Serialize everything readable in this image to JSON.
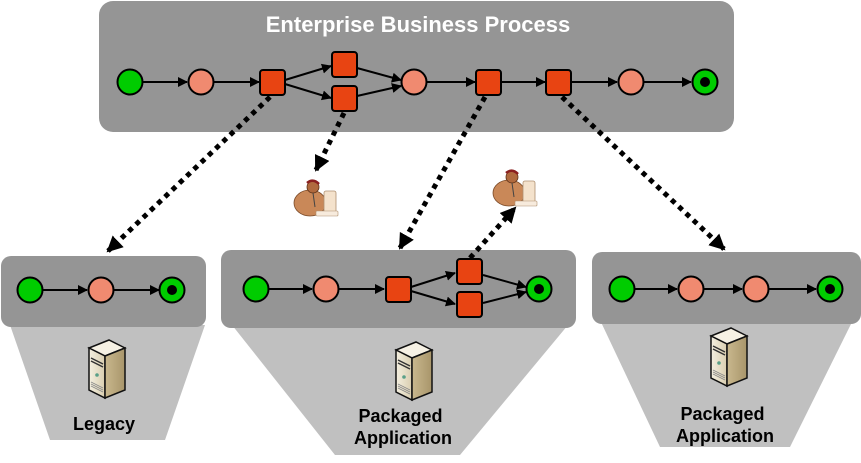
{
  "title": "Enterprise Business Process",
  "colors": {
    "panel": "#959595",
    "funnel": "#c0c0c0",
    "start": "#00cc00",
    "activity": "#f08a70",
    "gateway": "#e84412",
    "end_ring": "#00cc00",
    "end_core": "#000000"
  },
  "systems": [
    {
      "name": "legacy",
      "label_lines": [
        "Legacy"
      ],
      "icon": "server-icon"
    },
    {
      "name": "packaged-application-1",
      "label_lines": [
        "Packaged",
        "Application"
      ],
      "icon": "server-icon"
    },
    {
      "name": "packaged-application-2",
      "label_lines": [
        "Packaged",
        "Application"
      ],
      "icon": "server-icon"
    }
  ],
  "users": [
    {
      "name": "human-task-user-1",
      "icon": "user-at-computer-icon"
    },
    {
      "name": "human-task-user-2",
      "icon": "user-at-computer-icon"
    }
  ],
  "processes": {
    "enterprise": {
      "nodes": [
        "start",
        "activity",
        "gateway",
        "gateway",
        "gateway",
        "activity",
        "gateway",
        "gateway",
        "activity",
        "end"
      ]
    },
    "legacy": {
      "nodes": [
        "start",
        "activity",
        "end"
      ]
    },
    "packaged1": {
      "nodes": [
        "start",
        "activity",
        "gateway",
        "gateway",
        "gateway",
        "end"
      ]
    },
    "packaged2": {
      "nodes": [
        "start",
        "activity",
        "activity",
        "end"
      ]
    }
  }
}
